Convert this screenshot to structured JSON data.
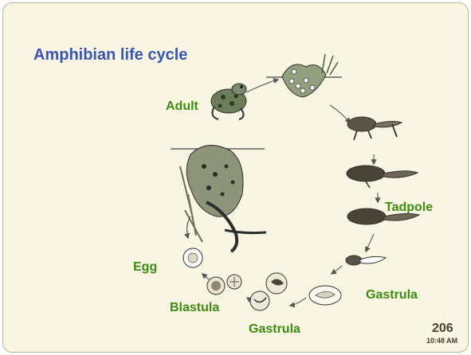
{
  "slide": {
    "title": "Amphibian life cycle",
    "page_number": "206",
    "time": "10:48 AM"
  },
  "stages": {
    "adult": "Adult",
    "tadpole": "Tadpole",
    "gastrula_right": "Gastrula",
    "gastrula_bottom": "Gastrula",
    "blastula": "Blastula",
    "egg": "Egg"
  },
  "colors": {
    "title": "#3a55b4",
    "label": "#3e8b12",
    "background": "#f8f6e3"
  }
}
